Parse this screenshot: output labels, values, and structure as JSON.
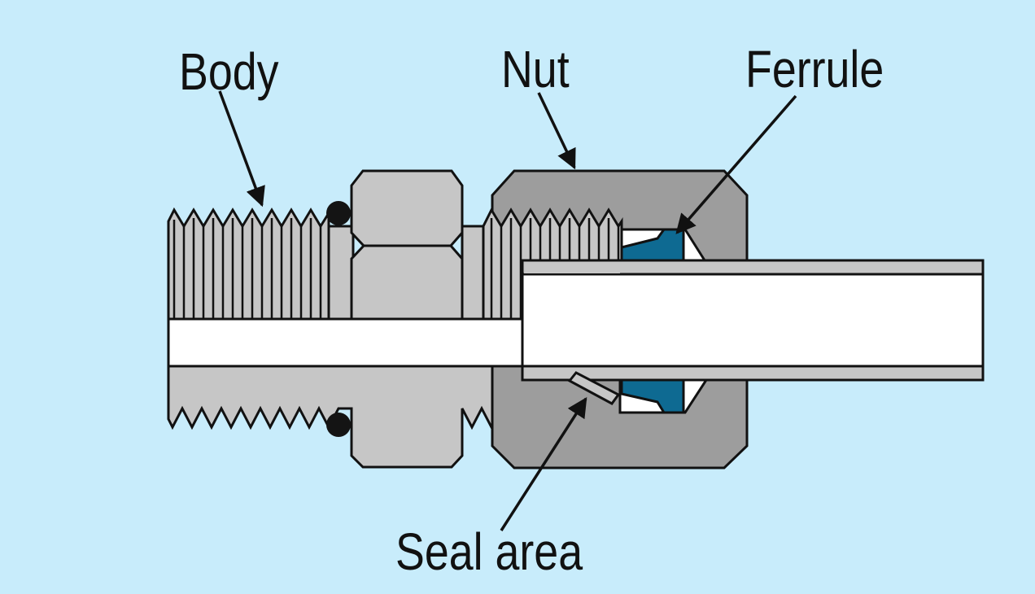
{
  "labels": {
    "body": "Body",
    "nut": "Nut",
    "ferrule": "Ferrule",
    "seal_area": "Seal area"
  },
  "colors": {
    "background": "#c8ecfb",
    "body_metal": "#c6c6c6",
    "nut_metal": "#9d9d9d",
    "ferrule": "#0e6a92",
    "tube": "#ffffff",
    "o_ring": "#141414",
    "outline": "#111111"
  }
}
